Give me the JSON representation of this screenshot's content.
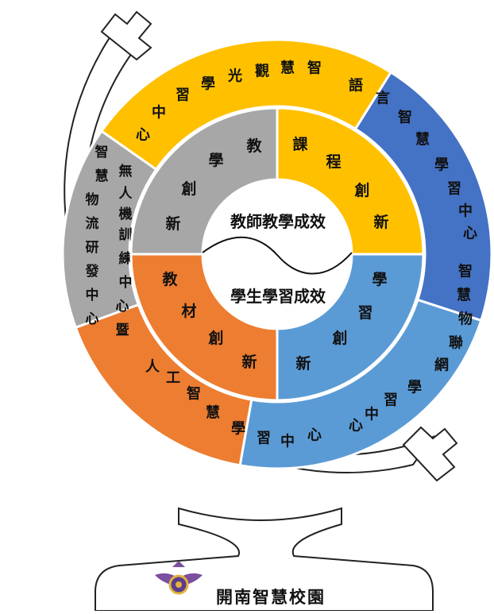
{
  "center": {
    "top_text": "教師教學成效",
    "bottom_text": "學生學習成效"
  },
  "inner_ring": [
    {
      "id": "teaching",
      "text": "教學創新",
      "color": "#A7A7A7"
    },
    {
      "id": "course",
      "text": "課程創新",
      "color": "#FFC000"
    },
    {
      "id": "learning",
      "text": "學習創新",
      "color": "#5B9BD5"
    },
    {
      "id": "material",
      "text": "教材創新",
      "color": "#ED7D31"
    }
  ],
  "outer_ring": [
    {
      "id": "ai-vision",
      "text": "智慧觀光學習中心",
      "color": "#FFC000"
    },
    {
      "id": "language",
      "text": "語言智慧學習中心",
      "color": "#4472C4"
    },
    {
      "id": "iot",
      "text": "智慧物聯網學習中心",
      "color": "#5B9BD5"
    },
    {
      "id": "ai",
      "text": "人工智慧學習中心",
      "color": "#ED7D31"
    },
    {
      "id": "drone",
      "text": "無人機訓練中心暨智慧物流研發中心",
      "color": "#A7A7A7"
    }
  ],
  "footer": {
    "title": "開南智慧校園",
    "logo": "kainan-university-emblem"
  }
}
